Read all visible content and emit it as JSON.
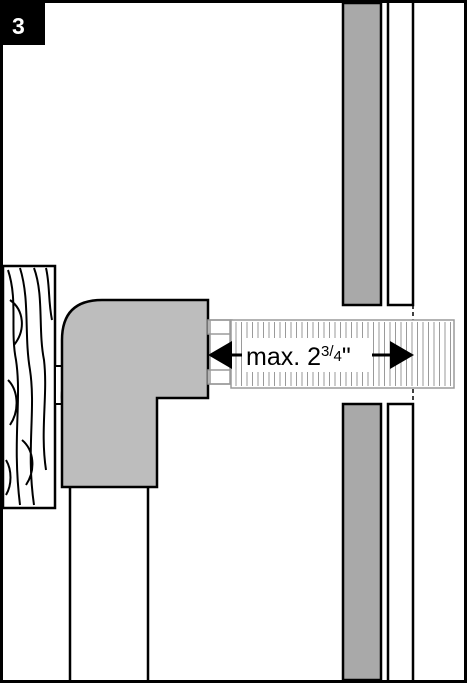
{
  "step": {
    "number": "3"
  },
  "dimension": {
    "prefix": "max. 2",
    "frac_num": "3",
    "frac_slash": "/",
    "frac_den": "4",
    "unit": "\""
  },
  "colors": {
    "ink": "#000000",
    "wall_gray": "#a9a9a9",
    "elbow_gray": "#bdbdbd",
    "duct_gray": "#9a9a9a",
    "background": "#ffffff"
  },
  "icons": {
    "step_badge": "step-number-badge",
    "arrow_left": "arrowhead-left-icon",
    "arrow_right": "arrowhead-right-icon"
  }
}
